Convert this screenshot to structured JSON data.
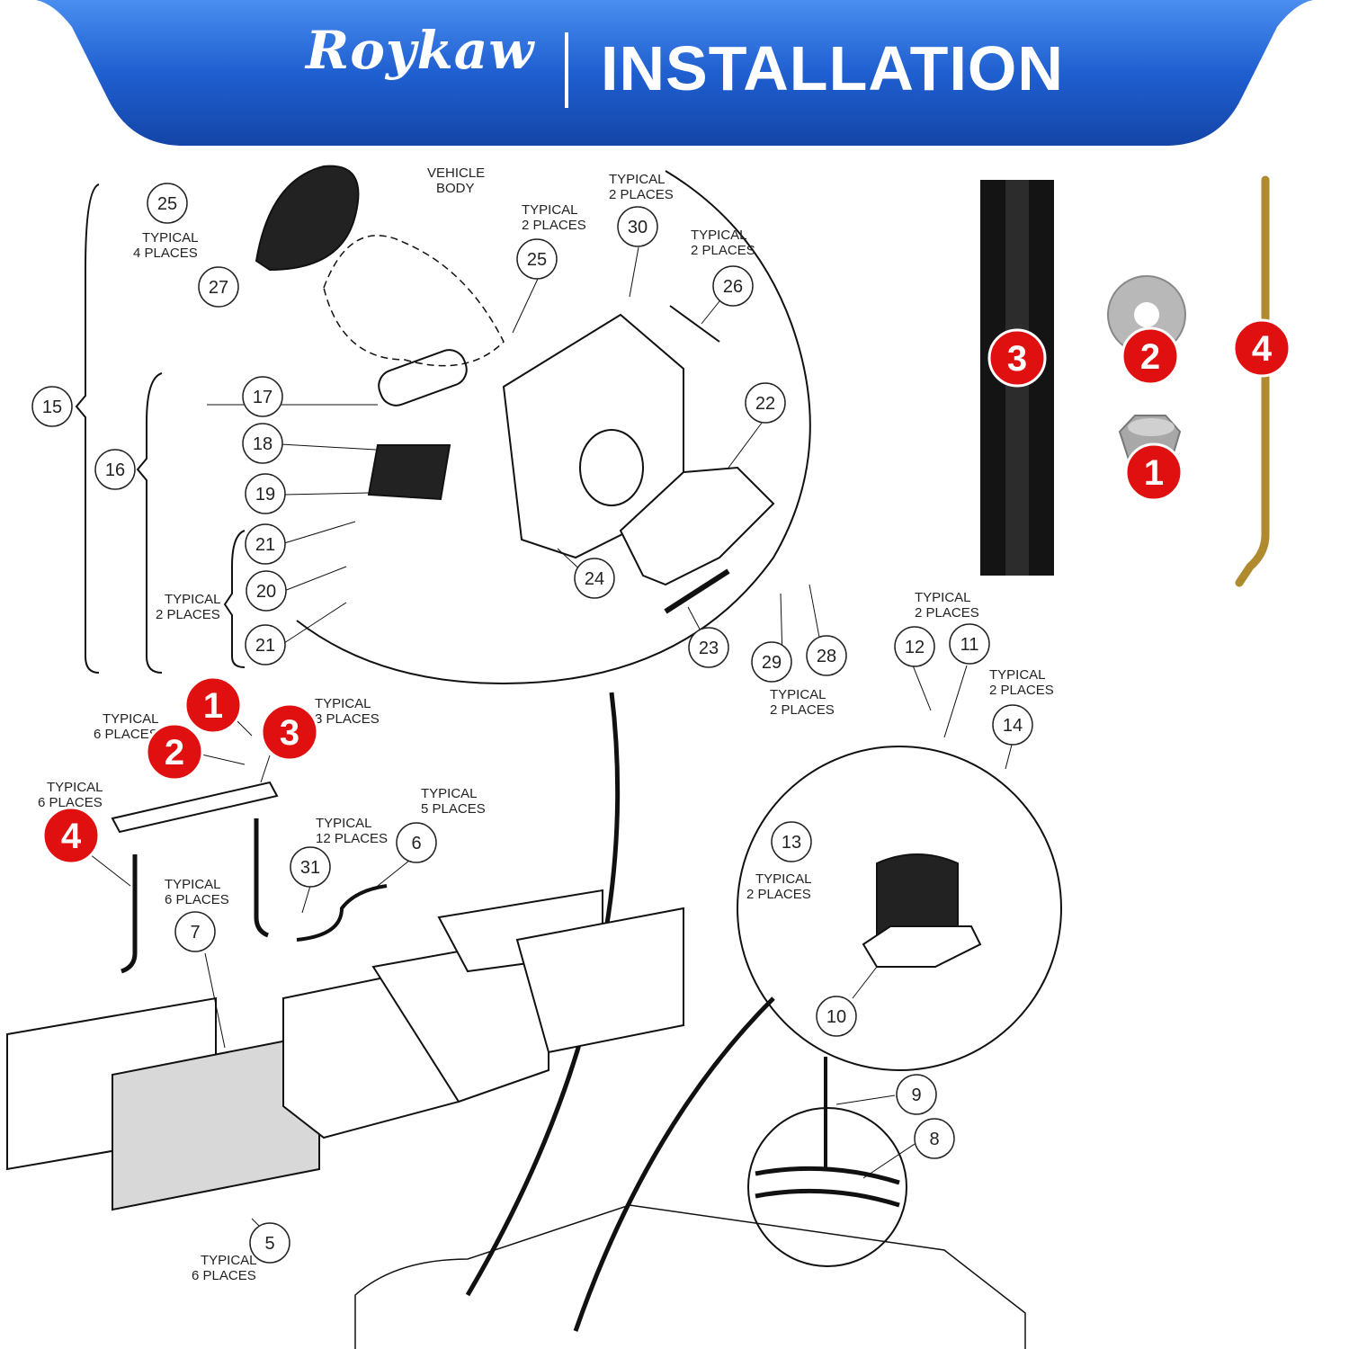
{
  "header": {
    "brand": "Roykaw",
    "title": "INSTALLATION",
    "brand_color": "#1f5fd0"
  },
  "labels": {
    "vehicle_body_1": "VEHICLE",
    "vehicle_body_2": "BODY",
    "typical": "TYPICAL",
    "p2": "2 PLACES",
    "p3": "3 PLACES",
    "p4": "4 PLACES",
    "p5": "5 PLACES",
    "p6": "6 PLACES",
    "p12": "12 PLACES"
  },
  "callouts": {
    "n5": "5",
    "n6": "6",
    "n7": "7",
    "n8": "8",
    "n9": "9",
    "n10": "10",
    "n11": "11",
    "n12": "12",
    "n13": "13",
    "n14": "14",
    "n15": "15",
    "n16": "16",
    "n17": "17",
    "n18": "18",
    "n19": "19",
    "n20": "20",
    "n21": "21",
    "n22": "22",
    "n23": "23",
    "n24": "24",
    "n25": "25",
    "n26": "26",
    "n27": "27",
    "n28": "28",
    "n29": "29",
    "n30": "30",
    "n31": "31"
  },
  "parts": {
    "p1": "1",
    "p2": "2",
    "p3": "3",
    "p4": "4",
    "badge_color": "#e01010"
  }
}
